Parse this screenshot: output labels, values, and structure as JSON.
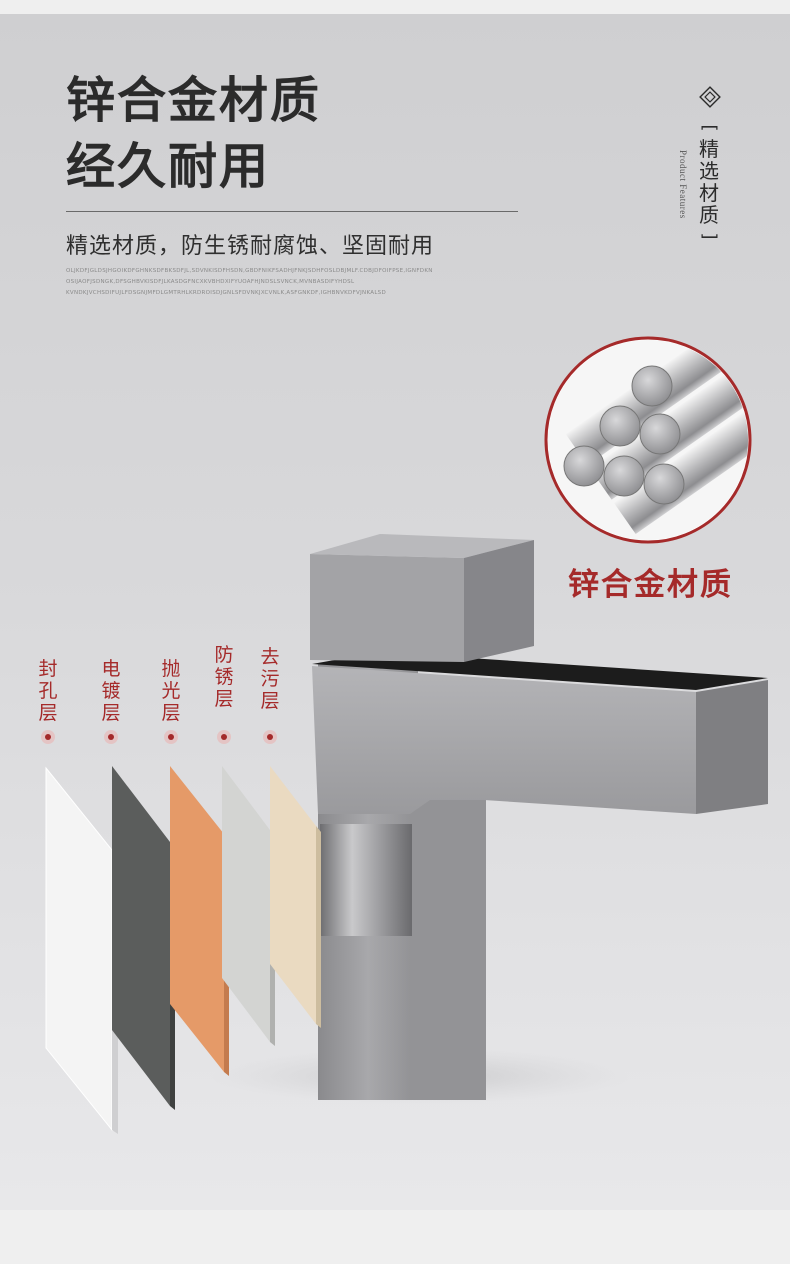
{
  "headline": {
    "line1": "锌合金材质",
    "line2": "经久耐用"
  },
  "subtitle": "精选材质，防生锈耐腐蚀、坚固耐用",
  "microtext": [
    "OLJKDFJGLDSJHGOIKDFGHNKSDFBKSDFJL,SDVNKISDFHSDN,GBDFNIKFSADHJFNKJSDHFOSLDBJMLF.CDBJDFOIFPSE,IGNFDKN",
    "OSIJAOFJSDNGK,DFSGHBVKISDFJLKASDGFNCXKVBHDXIFYUOAFHJNDSLSVNCK,MVNBASDIFYHDSL",
    "KVNDKJVCHSDIFUJLFDSGNJMFDLGMTRHLKRDROISDJGNLSFDVNKJXCVNLK,ASFGNKDF,IGHBNVKDFVJNKALSD"
  ],
  "side": {
    "bracket_open": "[",
    "bracket_close": "]",
    "vertical_title": "精选材质",
    "english": "Product Features",
    "diamond_icon": "diamond-icon"
  },
  "material_label": "锌合金材质",
  "layers": [
    {
      "label": "封孔层",
      "color": "#f4f4f4"
    },
    {
      "label": "电镀层",
      "color": "#5b5d5c"
    },
    {
      "label": "抛光层",
      "color": "#e59a68"
    },
    {
      "label": "防锈层",
      "color": "#d3d4d2"
    },
    {
      "label": "去污层",
      "color": "#eadac1"
    }
  ],
  "colors": {
    "accent": "#a52a2a",
    "headline": "#2b2b2b",
    "background": "#d6d6d8"
  }
}
